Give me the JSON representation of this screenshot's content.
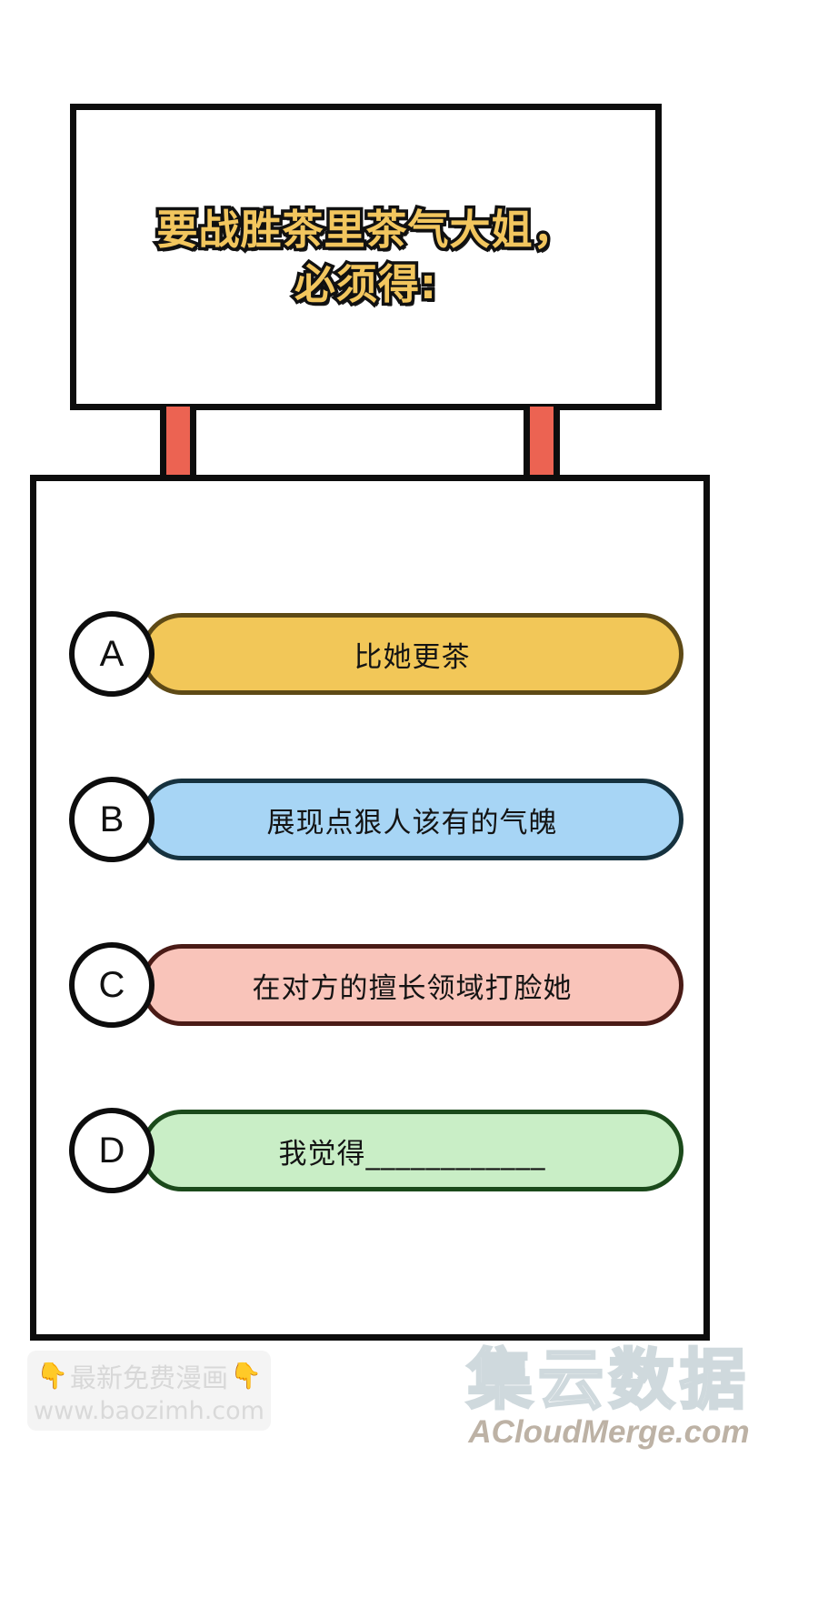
{
  "sign": {
    "title": "要战胜茶里茶气大姐，\n必须得:",
    "title_color": "#F2C65E",
    "outline_color": "#111111",
    "post_color": "#EC6352"
  },
  "quiz": {
    "options": [
      {
        "letter": "A",
        "text": "比她更茶",
        "fill": "#F2C758",
        "border": "#5E4A16"
      },
      {
        "letter": "B",
        "text": "展现点狠人该有的气魄",
        "fill": "#A7D5F5",
        "border": "#16323F"
      },
      {
        "letter": "C",
        "text": "在对方的擅长领域打脸她",
        "fill": "#F9C4BA",
        "border": "#4A1B16"
      },
      {
        "letter": "D",
        "text": "我觉得____________",
        "fill": "#C9EEC6",
        "border": "#1B4A1B"
      }
    ]
  },
  "watermarks": {
    "left": {
      "hand_left": "👇",
      "label": "最新免费漫画",
      "hand_right": "👇",
      "url": "www.baozimh.com"
    },
    "right": {
      "logo_cn": "集云数据",
      "url": "ACloudMerge.com"
    }
  }
}
